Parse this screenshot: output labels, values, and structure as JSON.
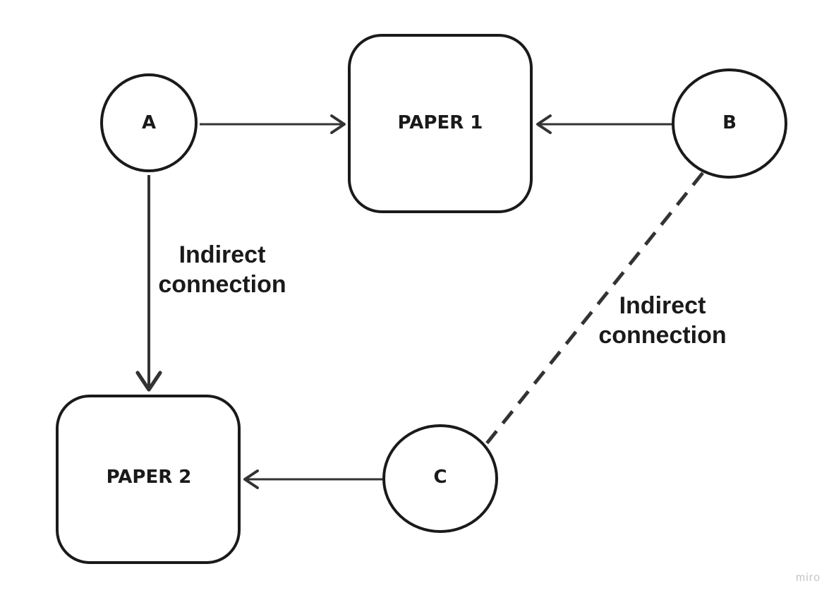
{
  "nodes": {
    "a": {
      "label": "A"
    },
    "b": {
      "label": "B"
    },
    "c": {
      "label": "C"
    },
    "paper1": {
      "label": "PAPER 1"
    },
    "paper2": {
      "label": "PAPER 2"
    }
  },
  "edges": {
    "a_to_paper2": {
      "label_line1": "Indirect",
      "label_line2": "connection"
    },
    "b_to_c": {
      "label_line1": "Indirect",
      "label_line2": "connection"
    }
  },
  "watermark": "miro",
  "colors": {
    "stroke": "#1a1a1a",
    "arrow": "#333333",
    "text": "#1a1a1a",
    "background": "#ffffff",
    "watermark": "#c4c4c4"
  }
}
